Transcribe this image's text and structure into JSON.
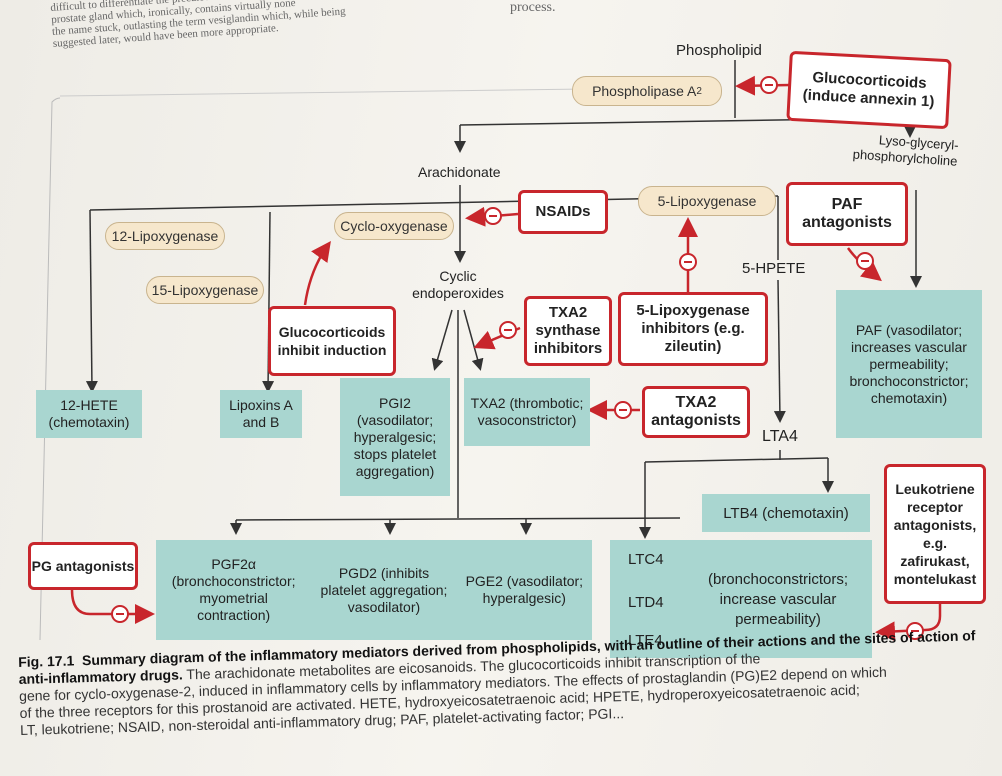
{
  "top_text": {
    "lines": [
      "difficult to differentiate the precursors",
      "prostate gland which, ironically, contains virtually none",
      "the name stuck, outlasting the term vesiglandin which, while being",
      "suggested later, would have been more appropriate."
    ],
    "right_word": "process."
  },
  "diagram": {
    "phospholipid": "Phospholipid",
    "phospholipase": "Phospholipase A",
    "phospholipase_sub": "2",
    "gluco_annexin": "Glucocorticoids (induce annexin 1)",
    "lyso": "Lyso-glyceryl-phosphorylcholine",
    "arachidonate": "Arachidonate",
    "nsaids": "NSAIDs",
    "cyclo": "Cyclo-oxygenase",
    "lipox12": "12-Lipoxygenase",
    "lipox15": "15-Lipoxygenase",
    "lipox5": "5-Lipoxygenase",
    "paf_antagonists": "PAF antagonists",
    "hpete": "5-HPETE",
    "cyclic": "Cyclic endoperoxides",
    "gluco_inhibit": "Glucocorticoids inhibit induction",
    "txa2_synth": "TXA2 synthase inhibitors",
    "lipox5_inh": "5-Lipoxygenase inhibitors (e.g. zileutin)",
    "paf_box": "PAF (vasodilator; increases vascular permeability; bronchoconstrictor; chemotaxin)",
    "hete12": "12-HETE (chemotaxin)",
    "lipoxins": "Lipoxins A and B",
    "pgi2": "PGI2 (vasodilator; hyperalgesic; stops platelet aggregation)",
    "txa2_box": "TXA2 (thrombotic; vasoconstrictor)",
    "txa2_antag": "TXA2 antagonists",
    "lta4": "LTA4",
    "ltb4": "LTB4 (chemotaxin)",
    "leuko_antag": "Leukotriene receptor antagonists, e.g. zafirukast, montelukast",
    "pg_antag": "PG antagonists",
    "pgf": "PGF2α (bronchoconstrictor; myometrial contraction)",
    "pgd": "PGD2 (inhibits platelet aggregation; vasodilator)",
    "pge": "PGE2 (vasodilator; hyperalgesic)",
    "ltc4": "LTC4",
    "ltd4": "LTD4",
    "lte4": "LTE4",
    "lt_effects": "(bronchoconstrictors; increase vascular permeability)"
  },
  "caption": {
    "fig_label": "Fig. 17.1",
    "bold": "Summary diagram of the inflammatory mediators derived from phospholipids, with an outline of their actions and the sites of action of anti-inflammatory drugs.",
    "line1": "The arachidonate metabolites are eicosanoids. The glucocorticoids inhibit transcription of the",
    "line2": "gene for cyclo-oxygenase-2, induced in inflammatory cells by inflammatory mediators. The effects of prostaglandin (PG)E2 depend on which",
    "line3": "of the three receptors for this prostanoid are activated. HETE, hydroxyeicosatetraenoic acid; HPETE, hydroperoxyeicosatetraenoic acid;",
    "line4": "LT, leukotriene; NSAID, non-steroidal anti-inflammatory drug; PAF, platelet-activating factor; PGI..."
  },
  "colors": {
    "red": "#c8262c",
    "teal": "#a9d6d0",
    "pill": "#f6e7cc"
  }
}
